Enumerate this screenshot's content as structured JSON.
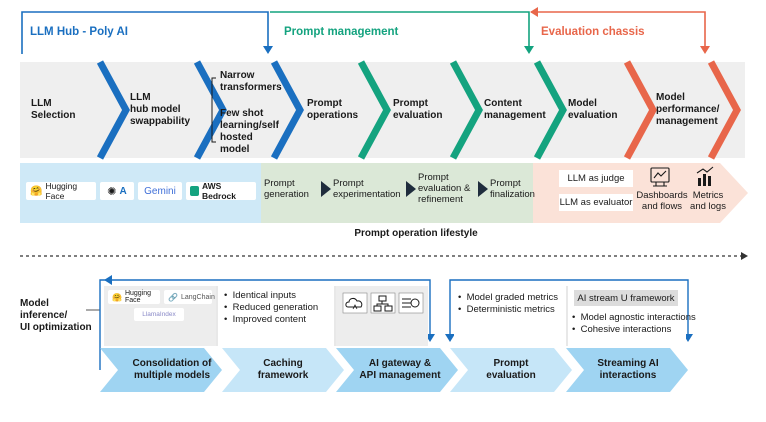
{
  "sections": {
    "llm_hub": {
      "title": "LLM Hub - Poly AI",
      "color": "#1a6fc0"
    },
    "prompt_mgmt": {
      "title": "Prompt management",
      "color": "#14a37f"
    },
    "eval_chassis": {
      "title": "Evaluation chassis",
      "color": "#e8664a"
    }
  },
  "top_steps": [
    {
      "label": "LLM\nSelection"
    },
    {
      "label": "LLM\nhub model\nswappability"
    },
    {
      "label": "Narrow\ntransformers"
    },
    {
      "label": "Few shot\nlearning/self\nhosted\nmodel"
    },
    {
      "label": "Prompt\noperations"
    },
    {
      "label": "Prompt\nevaluation"
    },
    {
      "label": "Content\nmanagement"
    },
    {
      "label": "Model\nevaluation"
    },
    {
      "label": "Model\nperformance/\nmanagement"
    }
  ],
  "hub_logos": [
    {
      "label": "Hugging Face",
      "icon": "hugging-face-icon"
    },
    {
      "label": "",
      "icon": "openai-icon"
    },
    {
      "label": "",
      "icon": "azure-icon"
    },
    {
      "label": "Gemini",
      "icon": "gemini-icon"
    },
    {
      "label": "AWS Bedrock",
      "icon": "aws-bedrock-icon"
    }
  ],
  "prompt_substeps": [
    {
      "label": "Prompt\ngeneration"
    },
    {
      "label": "Prompt\nexperimentation"
    },
    {
      "label": "Prompt\nevaluation &\nrefinement"
    },
    {
      "label": "Prompt\nfinalization"
    }
  ],
  "eval_items": {
    "judge": "LLM as judge",
    "evaluator": "LLM as evaluator",
    "dashboards": "Dashboards\nand flows",
    "metrics": "Metrics\nand logs"
  },
  "lifestyle_caption": "Prompt operation lifestyle",
  "bottom": {
    "side_label": "Model inference/\nUI optimization",
    "logos": [
      {
        "label": "Hugging Face",
        "icon": "hugging-face-icon"
      },
      {
        "label": "LangChain",
        "icon": "langchain-icon"
      },
      {
        "label": "LlamaIndex",
        "icon": "llamaindex-icon"
      }
    ],
    "caching_bullets": [
      "Identical inputs",
      "Reduced generation",
      "Improved content"
    ],
    "gateway_icons": [
      "cloud-icon",
      "network-icon",
      "api-icon"
    ],
    "eval_bullets": [
      "Model graded metrics",
      "Deterministic metrics"
    ],
    "stream_box": "AI stream U framework",
    "stream_bullets": [
      "Model agnostic interactions",
      "Cohesive interactions"
    ],
    "steps": [
      {
        "label": "Consolidation of\nmultiple models"
      },
      {
        "label": "Caching\nframework"
      },
      {
        "label": "AI gateway &\nAPI management"
      },
      {
        "label": "Prompt\nevaluation"
      },
      {
        "label": "Streaming AI\ninteractions"
      }
    ]
  }
}
